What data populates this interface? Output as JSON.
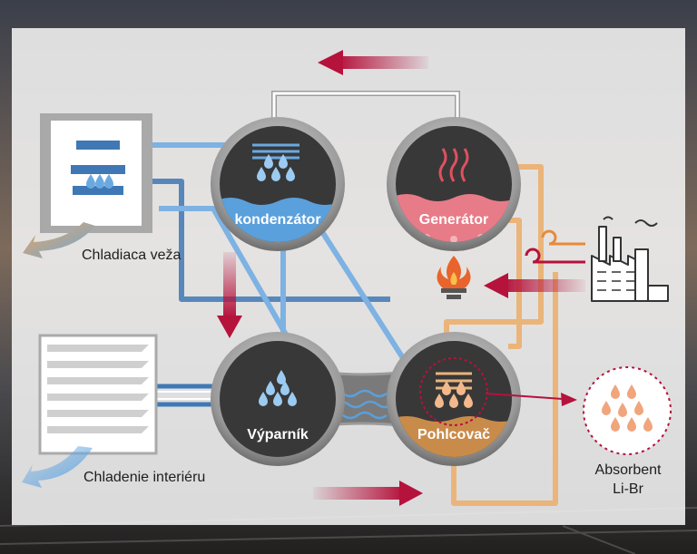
{
  "labels": {
    "condenser": "kondenzátor",
    "generator": "Generátor",
    "evaporator": "Výparník",
    "absorber": "Pohlcovač",
    "cooling_tower": "Chladiaca veža",
    "interior_cooling": "Chladenie interiéru",
    "absorbent_line1": "Absorbent",
    "absorbent_line2": "Li-Br"
  },
  "colors": {
    "panel": "#f2f2f2",
    "vessel_ring": "#9a9a9a",
    "vessel_dark": "#3a3a3a",
    "water_blue": "#5aa0dc",
    "hot_pink": "#e87b88",
    "flow_arrow": "#b5123c",
    "orange_pipe": "#eab47a",
    "steel_blue_pipe": "#3f78b4"
  }
}
